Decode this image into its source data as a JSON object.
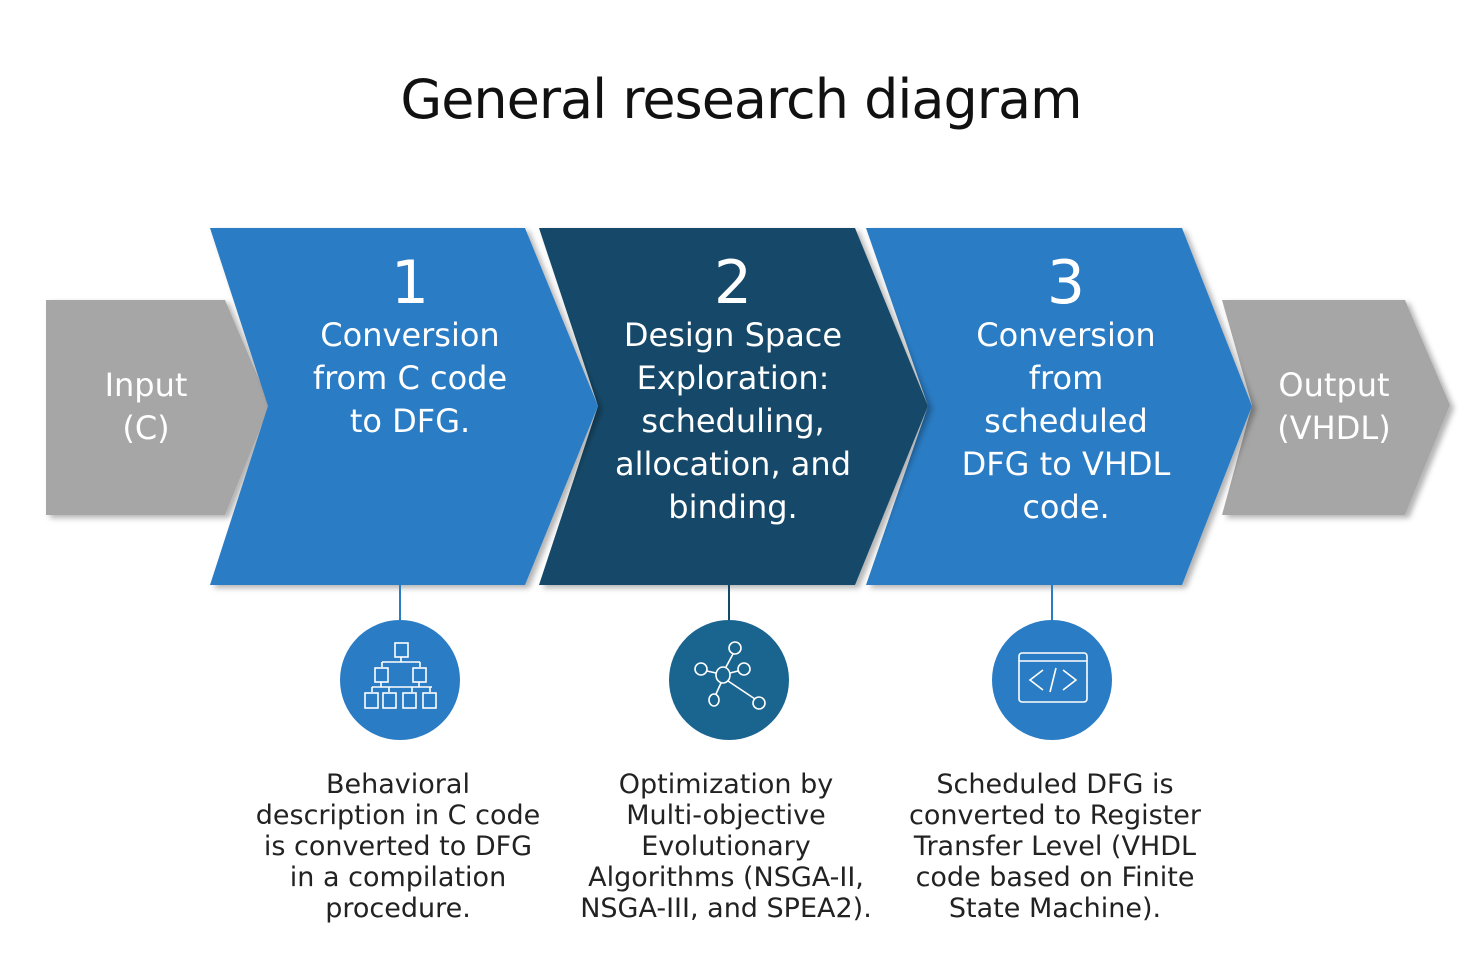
{
  "title": "General research diagram",
  "colors": {
    "blue": "#2a7cc4",
    "dark": "#134a69",
    "circle_dark": "#1a6590",
    "gray": "#a6a6a6"
  },
  "input": {
    "lines": [
      "Input",
      "(C)"
    ]
  },
  "output": {
    "lines": [
      "Output",
      "(VHDL)"
    ]
  },
  "steps": [
    {
      "number": "1",
      "lines": [
        "Conversion",
        "from C code",
        "to DFG."
      ],
      "icon": "hierarchy-icon",
      "desc": [
        "Behavioral",
        "description in C code",
        "is converted to DFG",
        "in a compilation",
        "procedure."
      ]
    },
    {
      "number": "2",
      "lines": [
        "Design Space",
        "Exploration:",
        "scheduling,",
        "allocation, and",
        "binding."
      ],
      "icon": "network-icon",
      "desc": [
        "Optimization by",
        "Multi-objective",
        "Evolutionary",
        "Algorithms (NSGA-II,",
        "NSGA-III, and SPEA2)."
      ]
    },
    {
      "number": "3",
      "lines": [
        "Conversion",
        "from",
        "scheduled",
        "DFG to VHDL",
        "code."
      ],
      "icon": "code-icon",
      "desc": [
        "Scheduled DFG is",
        "converted to Register",
        "Transfer Level (VHDL",
        "code based on Finite",
        "State Machine)."
      ]
    }
  ]
}
